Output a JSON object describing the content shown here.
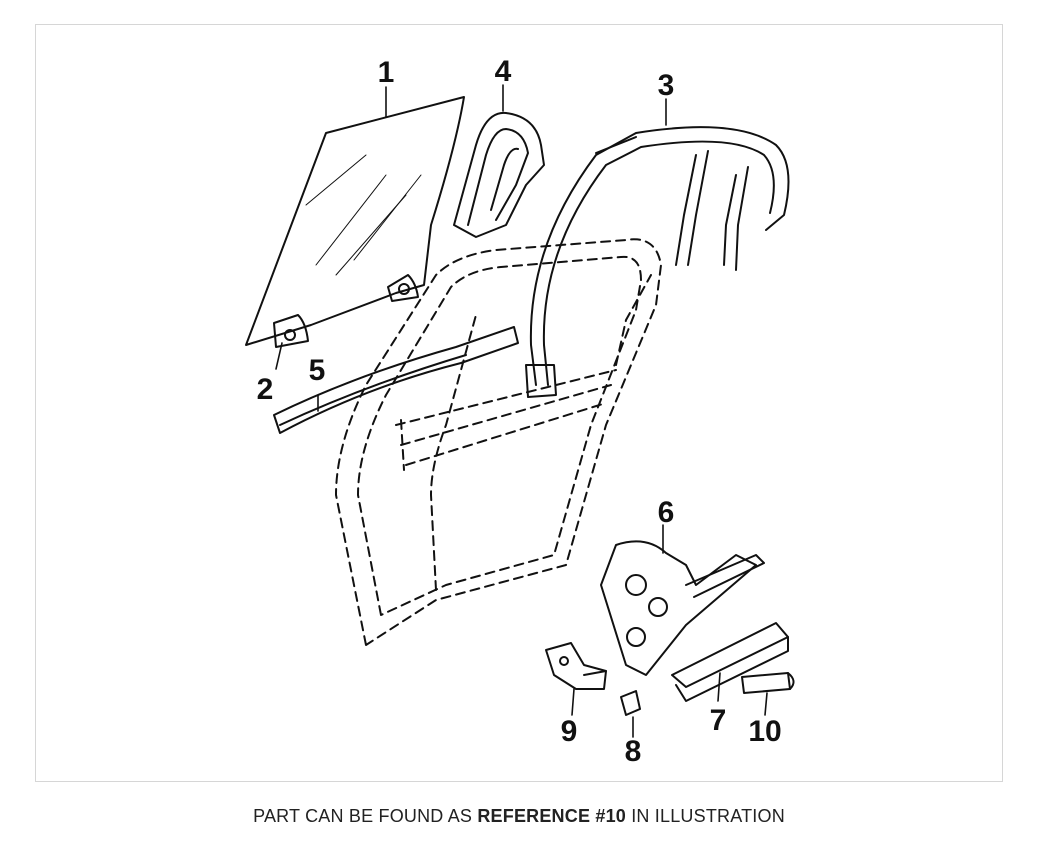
{
  "callouts": [
    {
      "id": "1",
      "label": "1"
    },
    {
      "id": "2",
      "label": "2"
    },
    {
      "id": "3",
      "label": "3"
    },
    {
      "id": "4",
      "label": "4"
    },
    {
      "id": "5",
      "label": "5"
    },
    {
      "id": "6",
      "label": "6"
    },
    {
      "id": "7",
      "label": "7"
    },
    {
      "id": "8",
      "label": "8"
    },
    {
      "id": "9",
      "label": "9"
    },
    {
      "id": "10",
      "label": "10"
    }
  ],
  "caption": {
    "prefix": "PART CAN BE FOUND AS",
    "reference": "REFERENCE #10",
    "suffix": "IN ILLUSTRATION"
  },
  "colors": {
    "ink": "#111111",
    "frame_border": "#d6d6d6",
    "caption_text": "#222222"
  }
}
